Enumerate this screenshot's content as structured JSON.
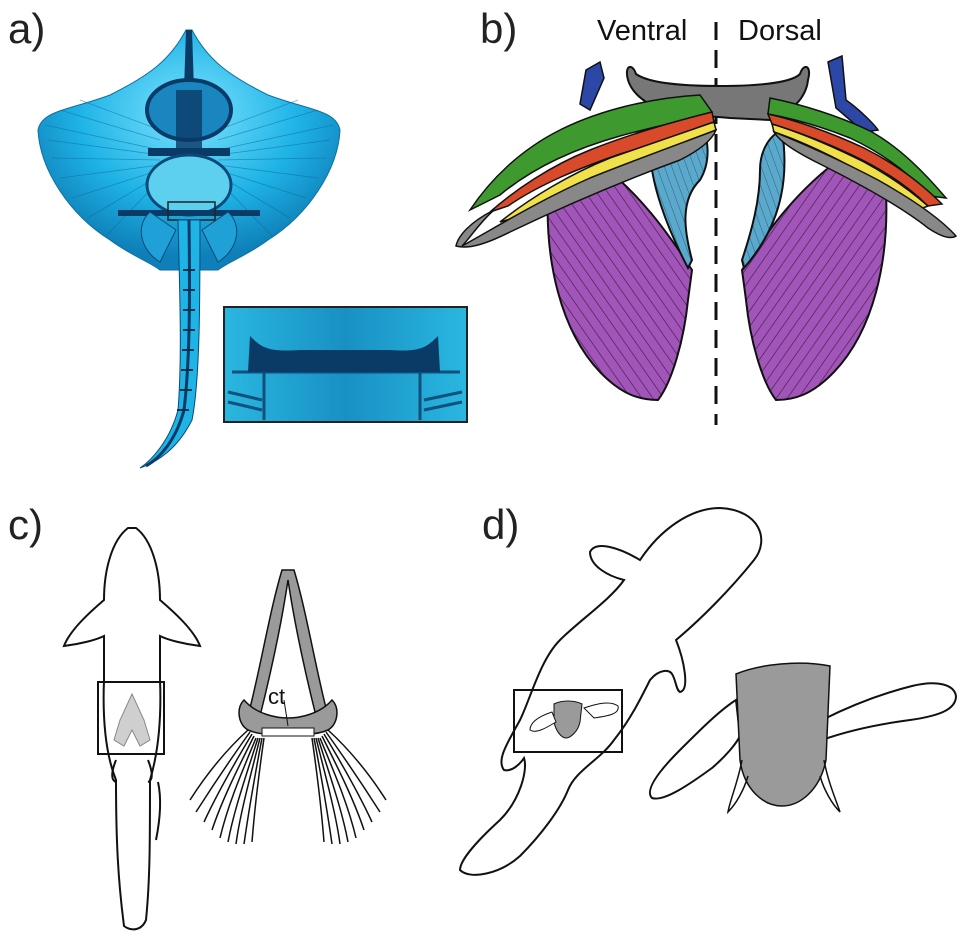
{
  "panels": {
    "a": {
      "label": "a)"
    },
    "b": {
      "label": "b)",
      "left_label": "Ventral",
      "right_label": "Dorsal"
    },
    "c": {
      "label": "c)",
      "annotation": "ct"
    },
    "d": {
      "label": "d)"
    }
  },
  "colors": {
    "stain_blue": "#1fb4e6",
    "stain_dark": "#0a4a7a",
    "muscle_purple": "#a255b8",
    "muscle_blue": "#5aa9cc",
    "muscle_green": "#3e9a2e",
    "muscle_red": "#d84a2a",
    "muscle_yellow": "#f0e04a",
    "cartilage_gray": "#7a7a7a",
    "nerve_blue": "#2c47a6",
    "bone_gray": "#9a9a9a"
  }
}
